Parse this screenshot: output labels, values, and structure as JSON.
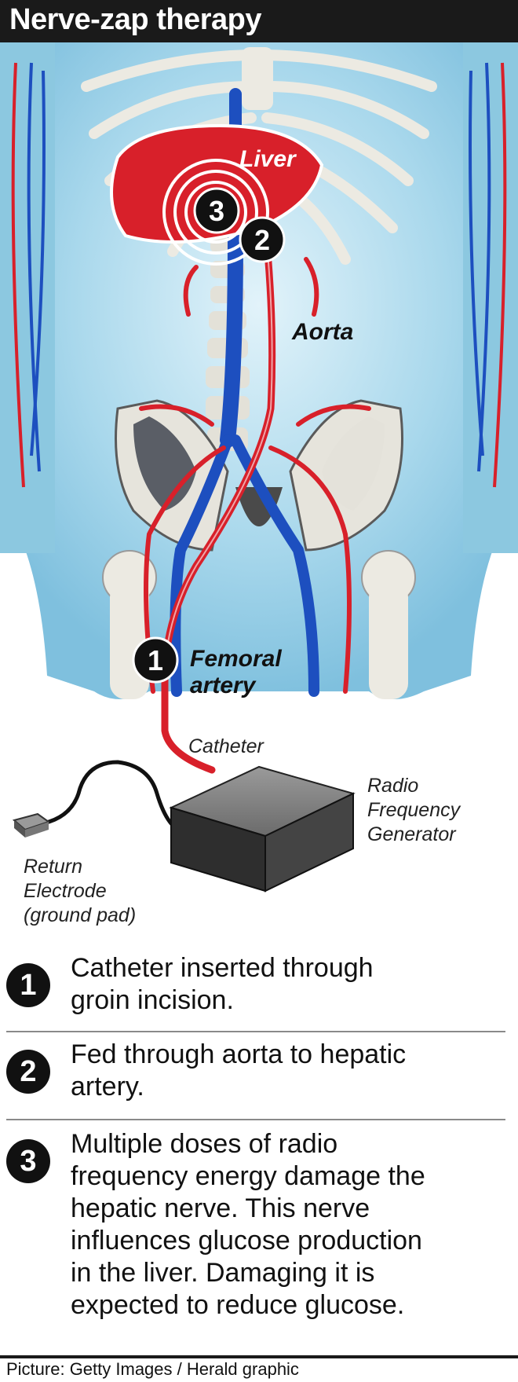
{
  "title": "Nerve-zap therapy",
  "labels": {
    "liver": "Liver",
    "aorta": "Aorta",
    "femoral_line1": "Femoral",
    "femoral_line2": "artery",
    "catheter": "Catheter",
    "rfg_line1": "Radio",
    "rfg_line2": "Frequency",
    "rfg_line3": "Generator",
    "return_line1": "Return",
    "return_line2": "Electrode",
    "return_line3": "(ground pad)"
  },
  "markers": [
    "1",
    "2",
    "3"
  ],
  "steps": [
    {
      "number": "1",
      "lines": [
        "Catheter inserted through",
        "groin incision."
      ]
    },
    {
      "number": "2",
      "lines": [
        "Fed through aorta to hepatic",
        "artery."
      ]
    },
    {
      "number": "3",
      "lines": [
        "Multiple doses of radio",
        "frequency energy damage the",
        "hepatic nerve. This nerve",
        "influences glucose production",
        "in the liver. Damaging it is",
        "expected to reduce glucose."
      ]
    }
  ],
  "credit": "Picture: Getty Images / Herald graphic",
  "colors": {
    "title_bg": "#1a1a1a",
    "liver": "#d8202a",
    "artery": "#d8202a",
    "vein": "#1d4fbf",
    "background_body": "#9fd4ea",
    "bone": "#eceae2"
  }
}
